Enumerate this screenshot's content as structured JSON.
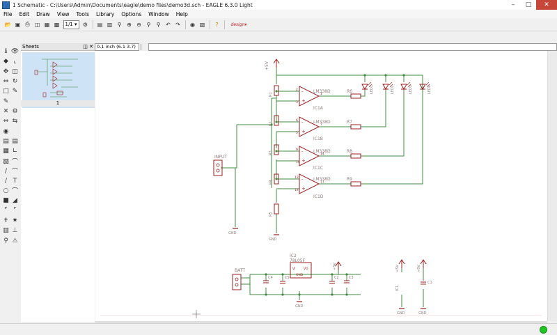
{
  "window": {
    "title": "1 Schematic - C:\\Users\\Admin\\Documents\\eagle\\demo files\\demo3d.sch - EAGLE 6.3.0 Light"
  },
  "menu": [
    "File",
    "Edit",
    "Draw",
    "View",
    "Tools",
    "Library",
    "Options",
    "Window",
    "Help"
  ],
  "toolbar": {
    "sheet_select": "1/1"
  },
  "sheets": {
    "title": "Sheets",
    "sheet_number": "1"
  },
  "command": {
    "coordinate": "0.1 inch (6.1 3.7)"
  },
  "colors": {
    "wire": "#3e8b3e",
    "part": "#9c1c1c",
    "label": "#8e7a7a",
    "canvas": "#ffffff",
    "status_led": "#21c421"
  },
  "schematic": {
    "supply_top": "+5V",
    "opamp_type": "LM338D",
    "opamps": [
      "IC1A",
      "IC1B",
      "IC1C",
      "IC1D"
    ],
    "pins": {
      "a": [
        "2",
        "3",
        "1"
      ],
      "b": [
        "6",
        "5",
        "7"
      ],
      "c": [
        "9",
        "10",
        "14"
      ],
      "d": [
        "13",
        "12",
        "11"
      ]
    },
    "resistors_left": [
      "R1",
      "R2",
      "R3",
      "R4",
      "R5"
    ],
    "resistors_out": [
      "R6",
      "R7",
      "R8",
      "R9"
    ],
    "leds": [
      "LED1",
      "LED2",
      "LED3",
      "LED4"
    ],
    "input_label": "INPUT",
    "gnd": "GND",
    "batt_label": "BATT",
    "reg_name": "IC2",
    "reg_type": "78L05F",
    "reg_vi": "VI",
    "reg_vo": "VO",
    "reg_gnd": "GND",
    "caps": [
      "C4",
      "C5",
      "C2",
      "C3"
    ],
    "supply_reg": "+5V",
    "power_supply_a": "+5V",
    "power_supply_b": "+5V",
    "power_ic": "IC1",
    "cap_c1": "C1"
  }
}
